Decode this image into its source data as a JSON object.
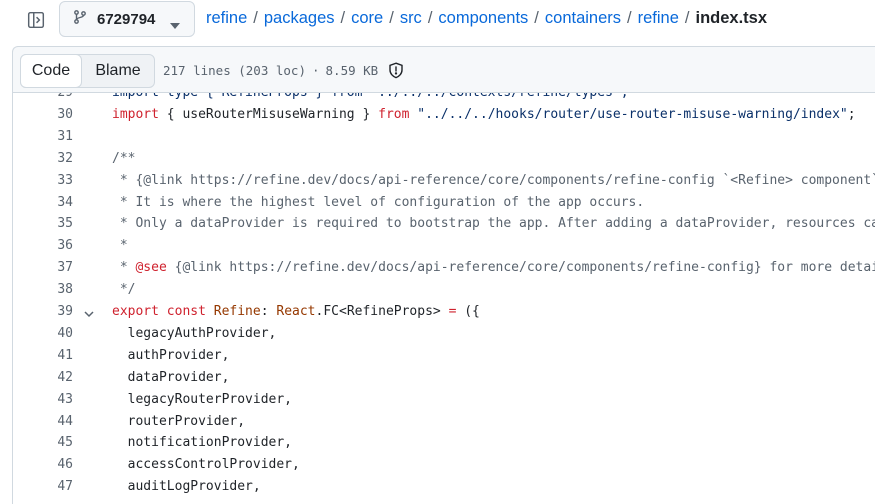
{
  "header": {
    "branch": "6729794",
    "breadcrumb": [
      "refine",
      "packages",
      "core",
      "src",
      "components",
      "containers",
      "refine"
    ],
    "filename": "index.tsx"
  },
  "file_toolbar": {
    "tab_code": "Code",
    "tab_blame": "Blame",
    "lines_info": "217 lines (203 loc)",
    "separator": "·",
    "size": "8.59 KB"
  },
  "code": {
    "lines": [
      {
        "n": "29",
        "tokens": [
          {
            "t": "import type { RefineProps } from \"../../../contexts/refine/types\";",
            "c": "str"
          }
        ]
      },
      {
        "n": "30",
        "tokens": [
          {
            "t": "import",
            "c": "kw"
          },
          {
            "t": " { useRouterMisuseWarning } ",
            "c": ""
          },
          {
            "t": "from",
            "c": "kw"
          },
          {
            "t": " \"../../../hooks/router/use-router-misuse-warning/index\"",
            "c": "str"
          },
          {
            "t": ";",
            "c": ""
          }
        ]
      },
      {
        "n": "31",
        "tokens": []
      },
      {
        "n": "32",
        "tokens": [
          {
            "t": "/**",
            "c": "cmt"
          }
        ]
      },
      {
        "n": "33",
        "tokens": [
          {
            "t": " * {@link https://refine.dev/docs/api-reference/core/components/refine-config `<Refine> component`} is the",
            "c": "cmt"
          }
        ]
      },
      {
        "n": "34",
        "tokens": [
          {
            "t": " * It is where the highest level of configuration of the app occurs.",
            "c": "cmt"
          }
        ]
      },
      {
        "n": "35",
        "tokens": [
          {
            "t": " * Only a dataProvider is required to bootstrap the app. After adding a dataProvider, resources can be added",
            "c": "cmt"
          }
        ]
      },
      {
        "n": "36",
        "tokens": [
          {
            "t": " *",
            "c": "cmt"
          }
        ]
      },
      {
        "n": "37",
        "tokens": [
          {
            "t": " * ",
            "c": "cmt"
          },
          {
            "t": "@see",
            "c": "kw"
          },
          {
            "t": " {@link https://refine.dev/docs/api-reference/core/components/refine-config} for more details.",
            "c": "cmt"
          }
        ]
      },
      {
        "n": "38",
        "tokens": [
          {
            "t": " */",
            "c": "cmt"
          }
        ]
      },
      {
        "n": "39",
        "fold": true,
        "tokens": [
          {
            "t": "export const",
            "c": "kw"
          },
          {
            "t": " ",
            "c": ""
          },
          {
            "t": "Refine",
            "c": "fn"
          },
          {
            "t": ": ",
            "c": ""
          },
          {
            "t": "React",
            "c": "fn"
          },
          {
            "t": ".FC<RefineProps> ",
            "c": ""
          },
          {
            "t": "=",
            "c": "kw"
          },
          {
            "t": " ({",
            "c": ""
          }
        ]
      },
      {
        "n": "40",
        "tokens": [
          {
            "t": "  legacyAuthProvider,",
            "c": ""
          }
        ]
      },
      {
        "n": "41",
        "tokens": [
          {
            "t": "  authProvider,",
            "c": ""
          }
        ]
      },
      {
        "n": "42",
        "tokens": [
          {
            "t": "  dataProvider,",
            "c": ""
          }
        ]
      },
      {
        "n": "43",
        "tokens": [
          {
            "t": "  legacyRouterProvider,",
            "c": ""
          }
        ]
      },
      {
        "n": "44",
        "tokens": [
          {
            "t": "  routerProvider,",
            "c": ""
          }
        ]
      },
      {
        "n": "45",
        "tokens": [
          {
            "t": "  notificationProvider,",
            "c": ""
          }
        ]
      },
      {
        "n": "46",
        "tokens": [
          {
            "t": "  accessControlProvider,",
            "c": ""
          }
        ]
      },
      {
        "n": "47",
        "tokens": [
          {
            "t": "  auditLogProvider,",
            "c": ""
          }
        ]
      }
    ]
  },
  "icons": {
    "sidebar": "sidebar-expand-icon",
    "branch": "git-branch-icon",
    "caret": "triangle-down-icon",
    "security": "shield-icon",
    "fold": "chevron-down-icon"
  }
}
